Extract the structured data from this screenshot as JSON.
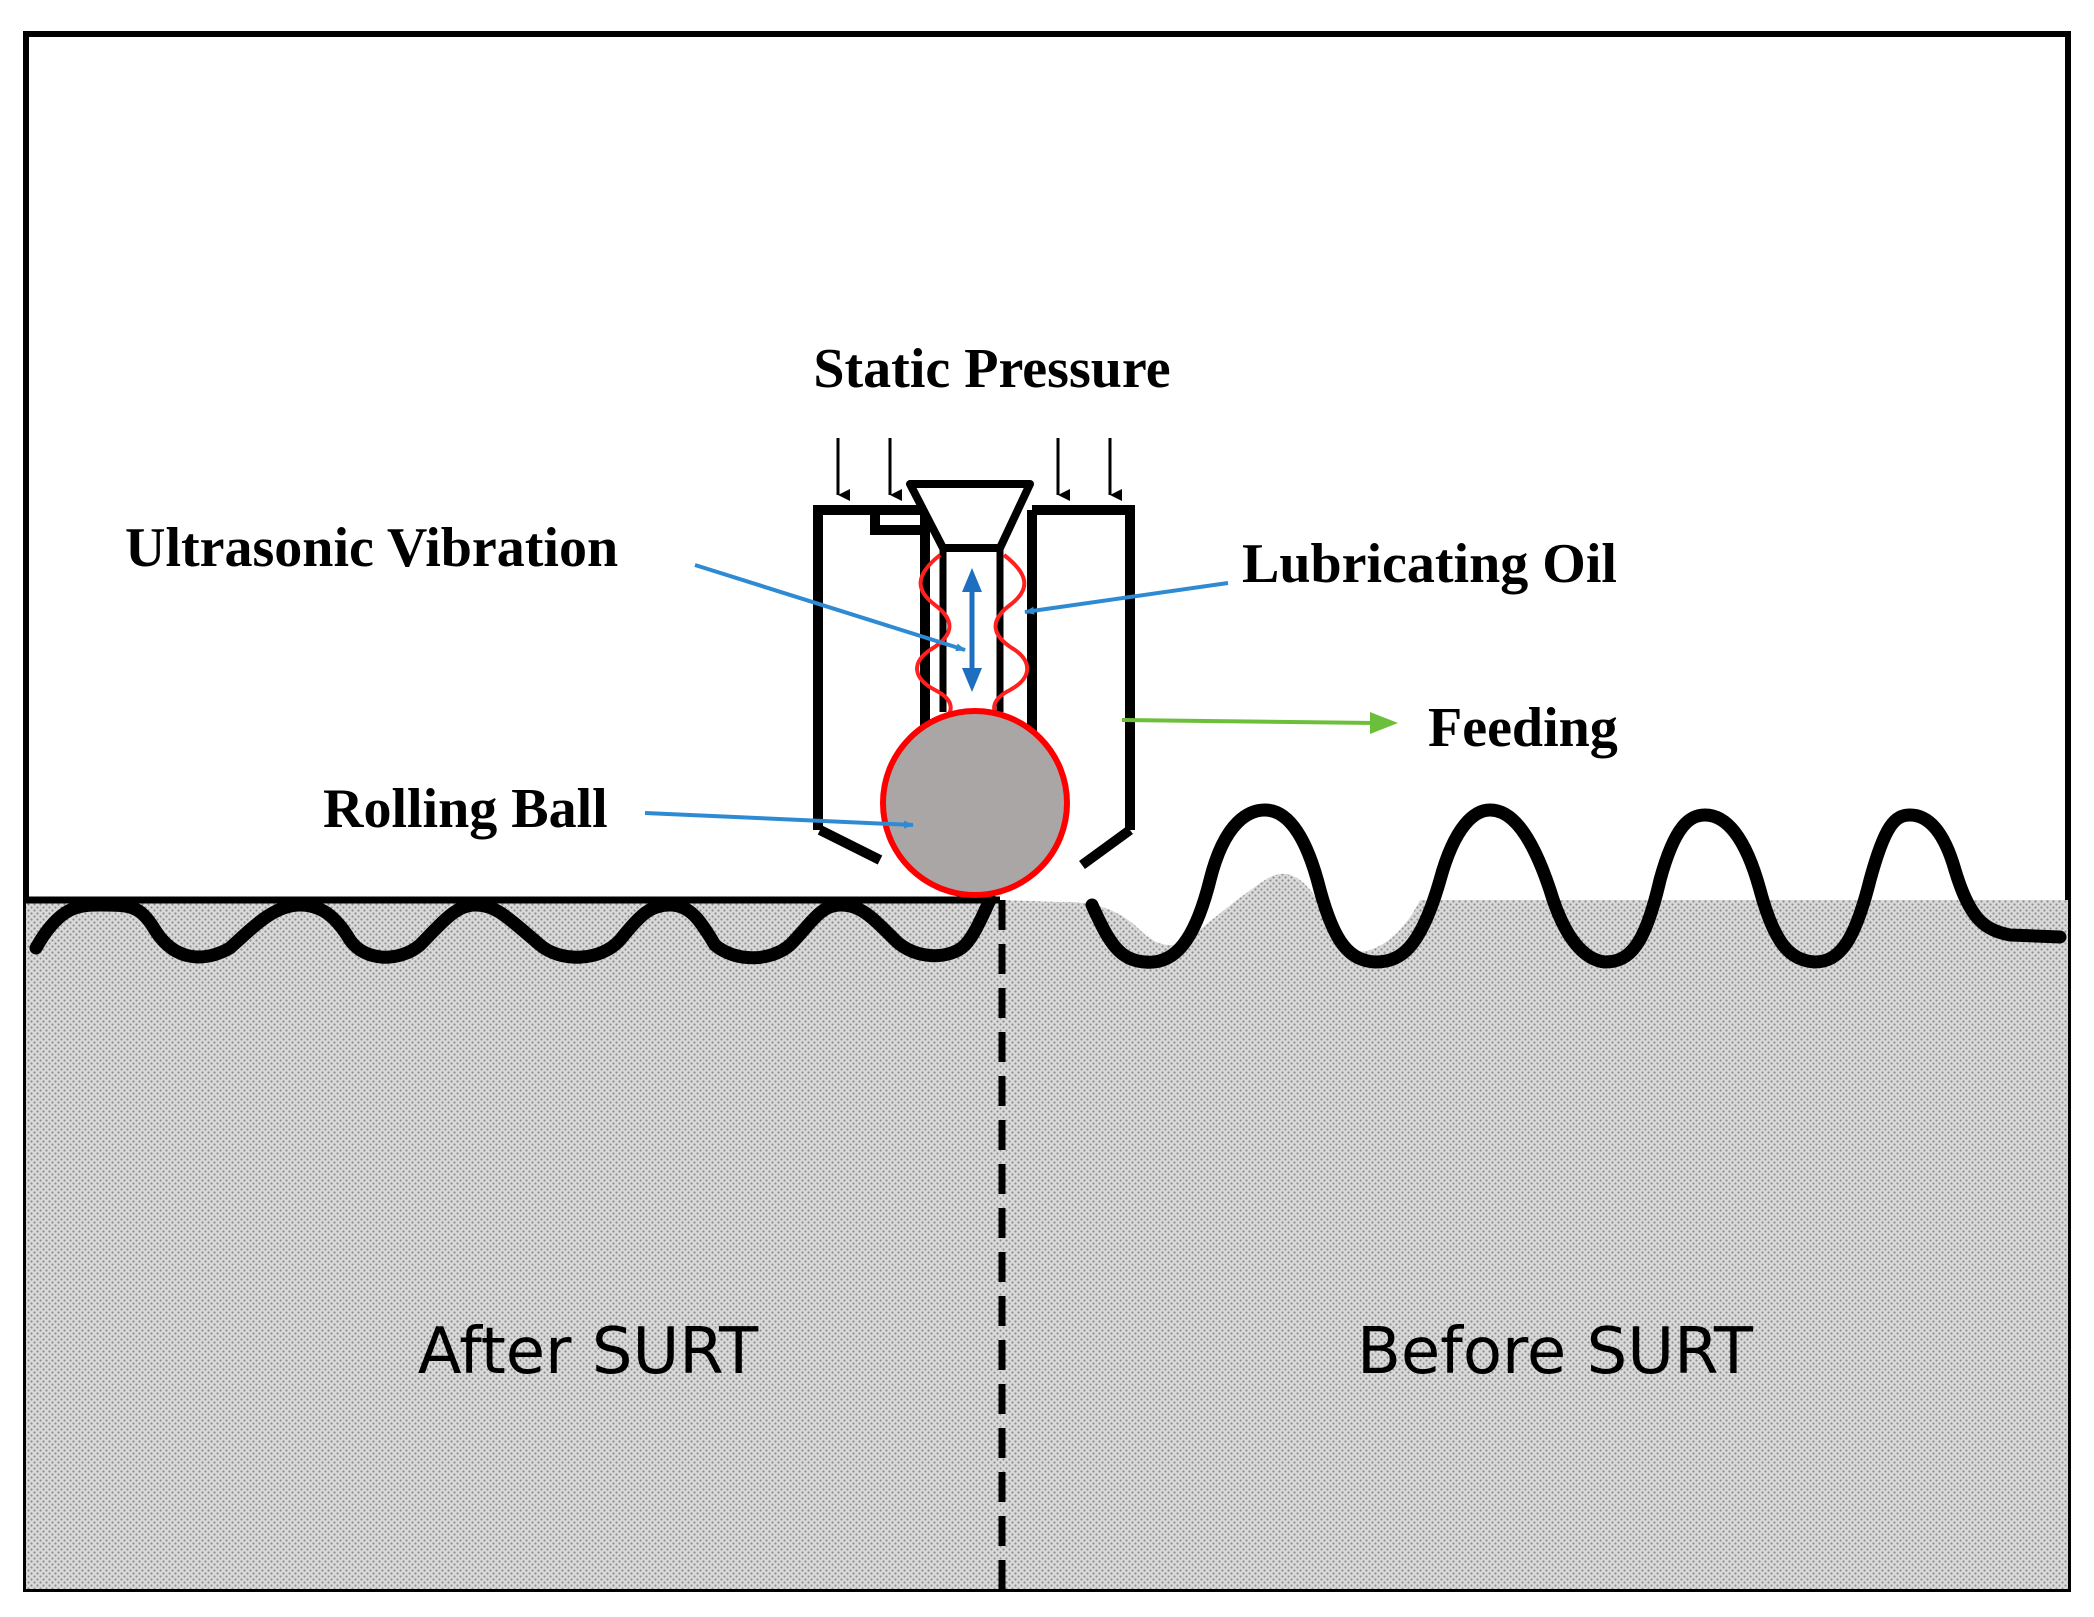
{
  "labels": {
    "static_pressure": "Static Pressure",
    "ultrasonic_vibration": "Ultrasonic Vibration",
    "lubricating_oil": "Lubricating Oil",
    "feeding": "Feeding",
    "rolling_ball": "Rolling Ball",
    "after_surt": "After SURT",
    "before_surt": "Before SURT"
  },
  "colors": {
    "outline": "#000000",
    "material_fill": "#d2d2d2",
    "ball_fill": "#aaa6a6",
    "ball_outline": "#ff0000",
    "oil_film": "#ff2020",
    "leader_line": "#2e8bd3",
    "vibration_arrow": "#1e6fc0",
    "feed_arrow": "#6cbf3a"
  }
}
